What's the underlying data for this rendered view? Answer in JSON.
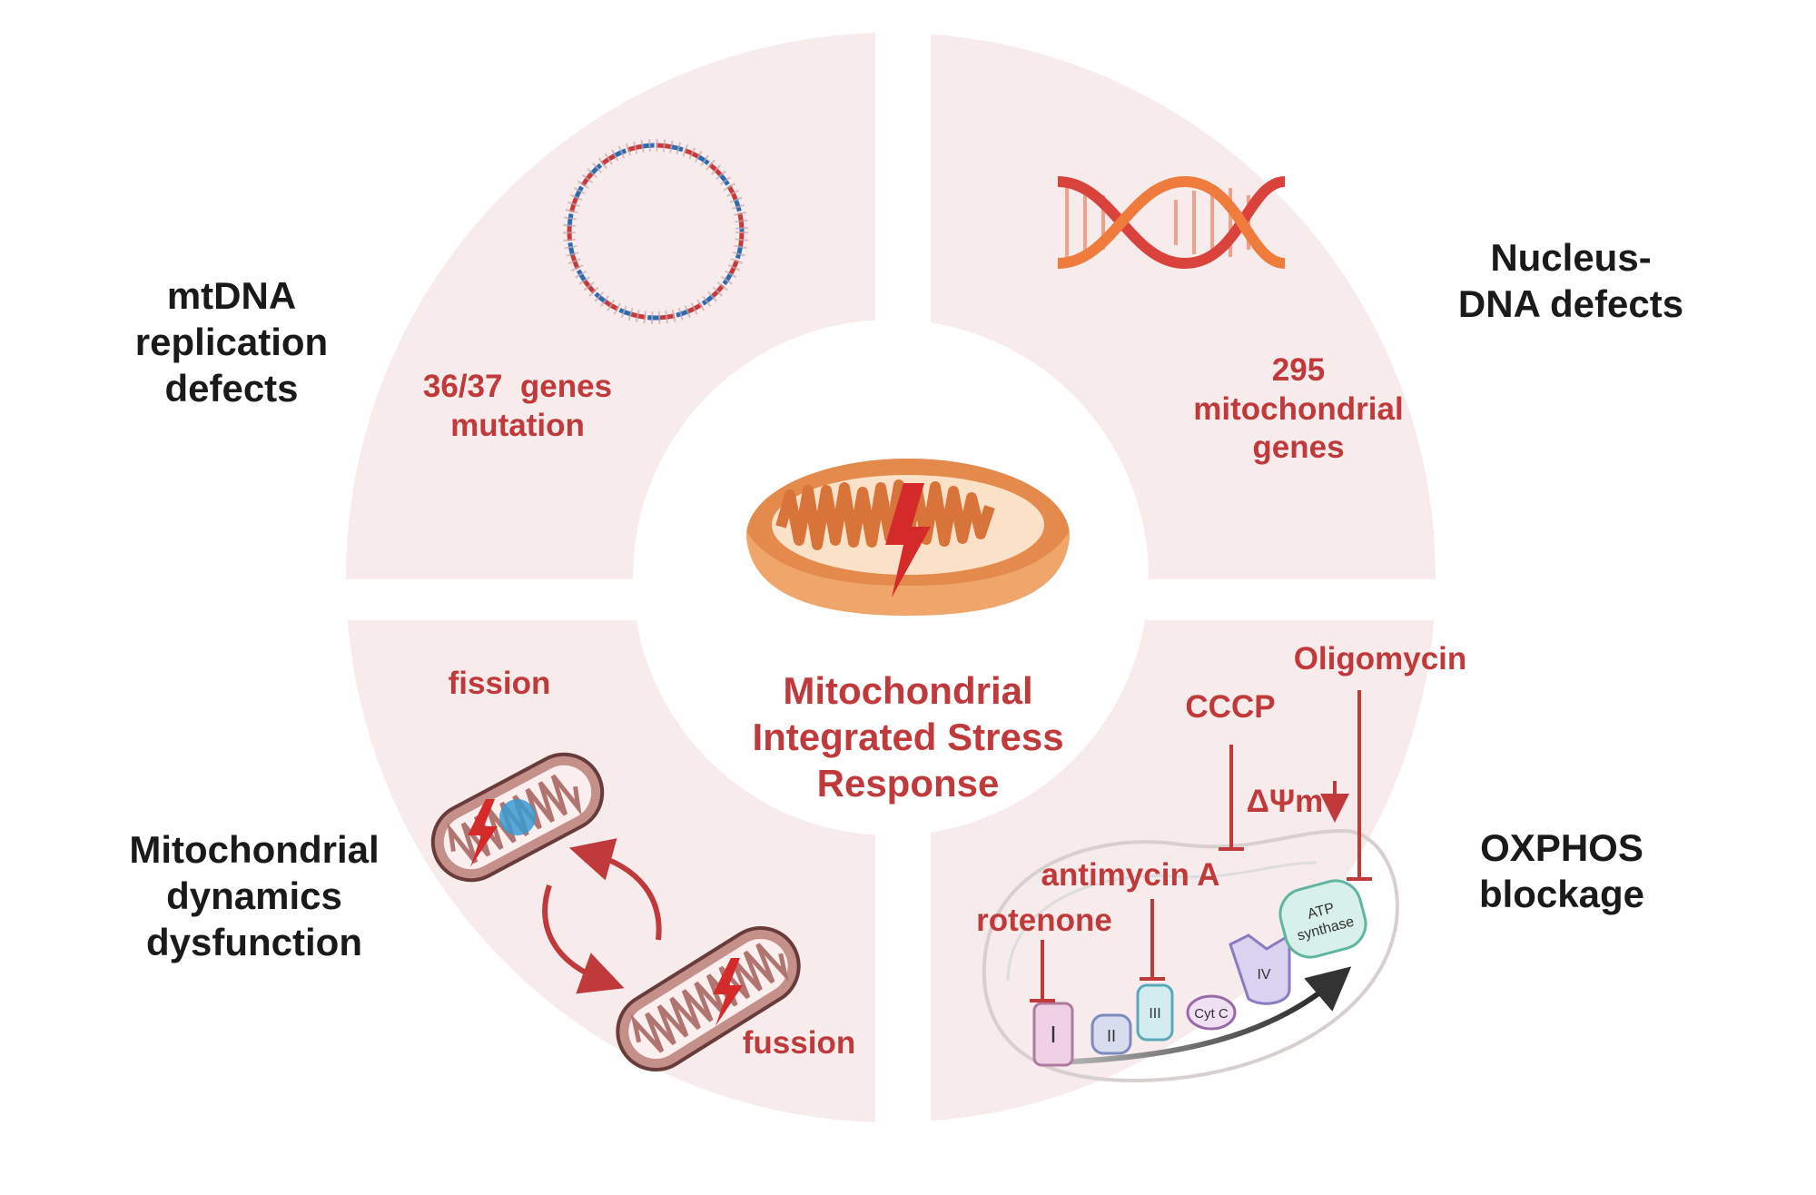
{
  "center": {
    "title_lines": [
      "Mitochondrial",
      "Integrated Stress",
      "Response"
    ]
  },
  "quadrants": {
    "top_left": {
      "title_lines": [
        "mtDNA",
        "replication",
        "defects"
      ],
      "detail_lines": [
        "36/37  genes",
        "mutation"
      ],
      "icon": "circular-dna-icon"
    },
    "top_right": {
      "title_lines": [
        "Nucleus-",
        "DNA defects"
      ],
      "detail_lines": [
        "295",
        "mitochondrial",
        "genes"
      ],
      "icon": "dna-helix-icon"
    },
    "bottom_left": {
      "title_lines": [
        "Mitochondrial",
        "dynamics",
        "dysfunction"
      ],
      "fission_label": "fission",
      "fusion_label": "fussion",
      "icon": "mitochondria-cycle-icon"
    },
    "bottom_right": {
      "title_lines": [
        "OXPHOS",
        "blockage"
      ],
      "inhibitors": {
        "oligomycin": "Oligomycin",
        "cccp": "CCCP",
        "membrane_potential": "ΔΨm",
        "antimycin": "antimycin A",
        "rotenone": "rotenone"
      },
      "complexes": {
        "c1": "I",
        "c2": "II",
        "c3": "III",
        "cytc": "Cyt C",
        "c4": "IV",
        "atp": [
          "ATP",
          "synthase"
        ]
      }
    }
  },
  "colors": {
    "quadrant_fill": "#f7eceb",
    "accent_red": "#c0393b",
    "mito_orange": "#e07a3b",
    "text_dark": "#1a1a1a"
  }
}
